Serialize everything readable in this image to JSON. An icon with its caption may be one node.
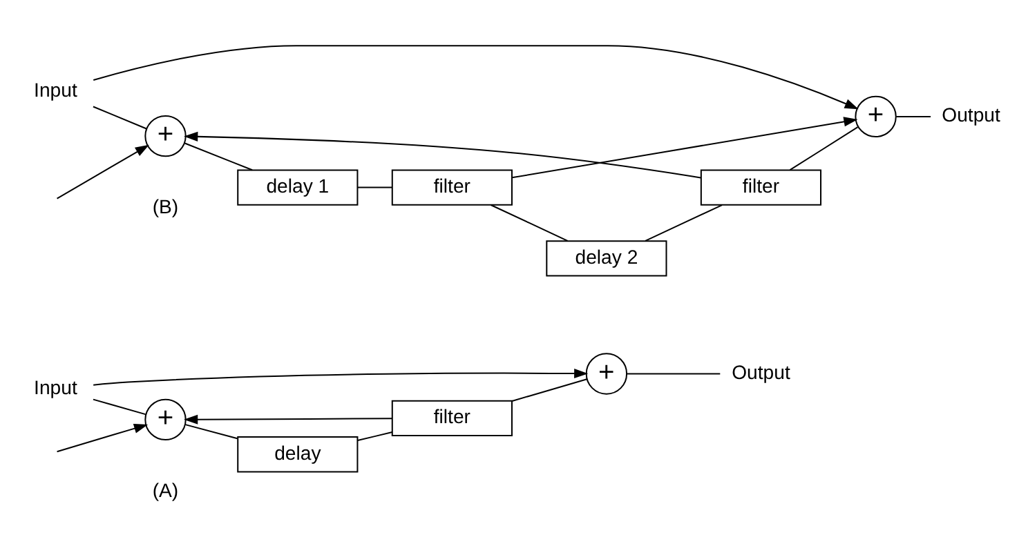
{
  "diagram": {
    "nodes": [
      {
        "text": [
          "Input"
        ]
      },
      {
        "text": [
          "+"
        ]
      },
      {
        "text": [
          "delay"
        ]
      },
      {
        "text": [
          "filter"
        ]
      },
      {
        "text": [
          "+"
        ]
      },
      {
        "text": [
          "Output"
        ]
      },
      {
        "text": [
          "Input"
        ]
      },
      {
        "text": [
          "+"
        ]
      },
      {
        "text": [
          "delay 1"
        ]
      },
      {
        "text": [
          "filter"
        ]
      },
      {
        "text": [
          "delay 2"
        ]
      },
      {
        "text": [
          "filter"
        ]
      },
      {
        "text": [
          "+"
        ]
      },
      {
        "text": [
          "Output"
        ]
      }
    ],
    "edges": [
      {
        "from": 0,
        "to": 1,
        "arrow": "none"
      },
      {
        "from": 0,
        "to": 4,
        "arrow": "to"
      },
      {
        "from": 1,
        "to": 2,
        "arrow": "none"
      },
      {
        "from": 2,
        "to": 3,
        "arrow": "none"
      },
      {
        "from": 3,
        "to": 4,
        "arrow": "none"
      },
      {
        "from": 3,
        "to": 1,
        "arrow": "to"
      },
      {
        "from": 4,
        "to": 5,
        "arrow": "none"
      },
      {
        "from": null,
        "to": 1,
        "arrow": "to"
      },
      {
        "from": 6,
        "to": 7,
        "arrow": "none"
      },
      {
        "from": 6,
        "to": 12,
        "arrow": "to"
      },
      {
        "from": 7,
        "to": 8,
        "arrow": "none"
      },
      {
        "from": 8,
        "to": 9,
        "arrow": "none"
      },
      {
        "from": 9,
        "to": 10,
        "arrow": "none"
      },
      {
        "from": 9,
        "to": 12,
        "arrow": "to"
      },
      {
        "from": 10,
        "to": 11,
        "arrow": "none"
      },
      {
        "from": 11,
        "to": 12,
        "arrow": "none"
      },
      {
        "from": 11,
        "to": 7,
        "arrow": "to"
      },
      {
        "from": 12,
        "to": 13,
        "arrow": "none"
      },
      {
        "from": null,
        "to": 7,
        "arrow": "to"
      }
    ],
    "labels": [
      "(A)",
      "(B)"
    ]
  }
}
